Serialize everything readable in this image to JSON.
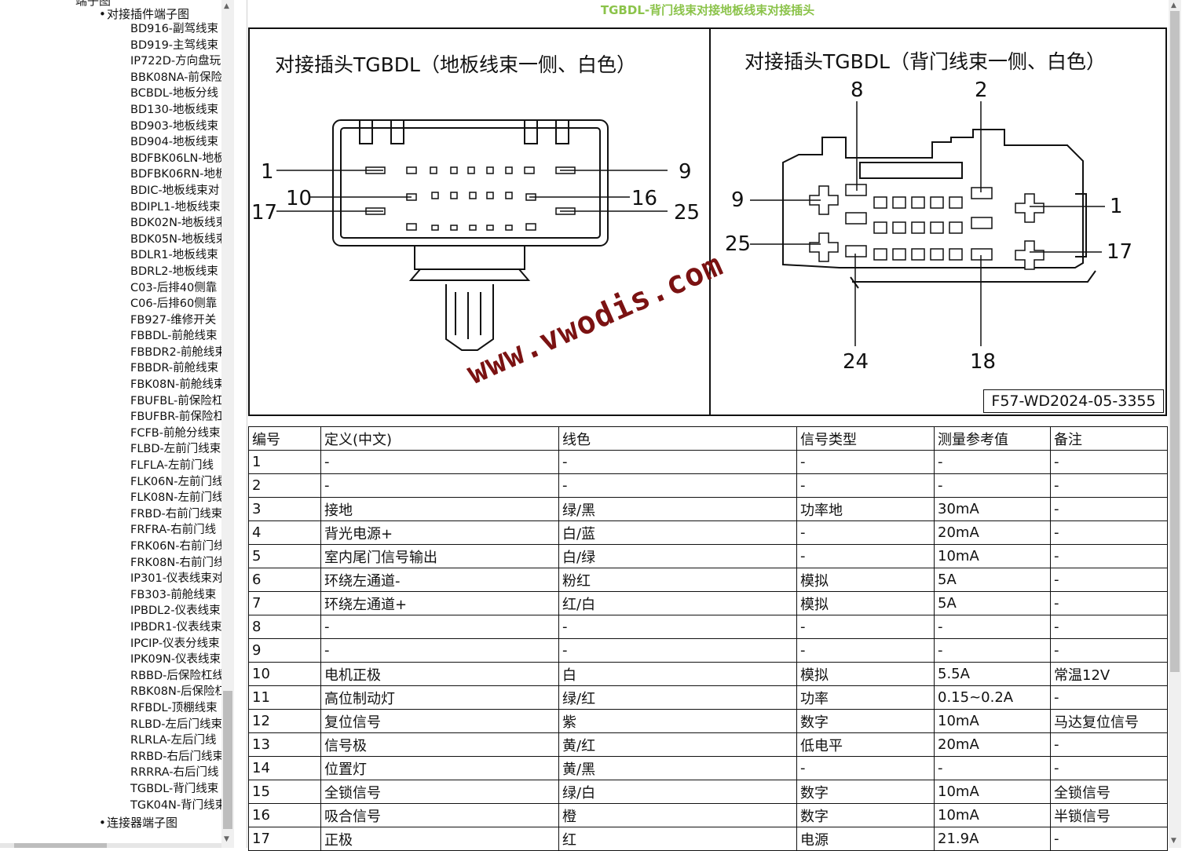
{
  "sidebar": {
    "cut_top": "端子图",
    "section_connector_pins": "对接插件端子图",
    "section_connector_terminals": "连接器端子图",
    "bullet": "•",
    "items": [
      "BD916-副驾线束",
      "BD919-主驾线束",
      "IP722D-方向盘玩",
      "BBK08NA-前保险",
      "BCBDL-地板分线",
      "BD130-地板线束",
      "BD903-地板线束",
      "BD904-地板线束",
      "BDFBK06LN-地板",
      "BDFBK06RN-地板",
      "BDIC-地板线束对",
      "BDIPL1-地板线束",
      "BDK02N-地板线束",
      "BDK05N-地板线束",
      "BDLR1-地板线束",
      "BDRL2-地板线束",
      "C03-后排40侧靠",
      "C06-后排60侧靠",
      "FB927-维修开关",
      "FBBDL-前舱线束",
      "FBBDR2-前舱线束",
      "FBBDR-前舱线束",
      "FBK08N-前舱线束",
      "FBUFBL-前保险杠",
      "FBUFBR-前保险杠",
      "FCFB-前舱分线束",
      "FLBD-左前门线束",
      "FLFLA-左前门线",
      "FLK06N-左前门线",
      "FLK08N-左前门线",
      "FRBD-右前门线束",
      "FRFRA-右前门线",
      "FRK06N-右前门线",
      "FRK08N-右前门线",
      "IP301-仪表线束对",
      "FB303-前舱线束",
      "IPBDL2-仪表线束",
      "IPBDR1-仪表线束",
      "IPCIP-仪表分线束",
      "IPK09N-仪表线束",
      "RBBD-后保险杠线",
      "RBK08N-后保险杠",
      "RFBDL-顶棚线束",
      "RLBD-左后门线束",
      "RLRLA-左后门线",
      "RRBD-右后门线束",
      "RRRRA-右后门线",
      "TGBDL-背门线束",
      "TGK04N-背门线束"
    ]
  },
  "main": {
    "doc_title": "TGBDL-背门线束对接地板线束对接插头",
    "figure": {
      "left_title": "对接插头TGBDL（地板线束一侧、白色）",
      "right_title": "对接插头TGBDL（背门线束一侧、白色）",
      "code": "F57-WD2024-05-3355",
      "watermark": "www.vwodis.com",
      "left_pins": {
        "p1": "1",
        "p9": "9",
        "p10": "10",
        "p16": "16",
        "p17": "17",
        "p25": "25"
      },
      "right_pins": {
        "p8": "8",
        "p2": "2",
        "p9": "9",
        "p1": "1",
        "p25": "25",
        "p17": "17",
        "p24": "24",
        "p18": "18"
      }
    },
    "table": {
      "headers": [
        "编号",
        "定义(中文)",
        "线色",
        "信号类型",
        "测量参考值",
        "备注"
      ],
      "rows": [
        [
          "1",
          "-",
          "-",
          "-",
          "-",
          "-"
        ],
        [
          "2",
          "-",
          "-",
          "-",
          "-",
          "-"
        ],
        [
          "3",
          "接地",
          "绿/黑",
          "功率地",
          "30mA",
          "-"
        ],
        [
          "4",
          "背光电源+",
          "白/蓝",
          "-",
          "20mA",
          "-"
        ],
        [
          "5",
          "室内尾门信号输出",
          "白/绿",
          "-",
          "10mA",
          "-"
        ],
        [
          "6",
          "环绕左通道-",
          "粉红",
          "模拟",
          "5A",
          "-"
        ],
        [
          "7",
          "环绕左通道+",
          "红/白",
          "模拟",
          "5A",
          "-"
        ],
        [
          "8",
          "-",
          "-",
          "-",
          "-",
          "-"
        ],
        [
          "9",
          "-",
          "-",
          "-",
          "-",
          "-"
        ],
        [
          "10",
          "电机正极",
          "白",
          "模拟",
          "5.5A",
          "常温12V"
        ],
        [
          "11",
          "高位制动灯",
          "绿/红",
          "功率",
          "0.15~0.2A",
          "-"
        ],
        [
          "12",
          "复位信号",
          "紫",
          "数字",
          "10mA",
          "马达复位信号"
        ],
        [
          "13",
          "信号极",
          "黄/红",
          "低电平",
          "20mA",
          "-"
        ],
        [
          "14",
          "位置灯",
          "黄/黑",
          "-",
          "-",
          "-"
        ],
        [
          "15",
          "全锁信号",
          "绿/白",
          "数字",
          "10mA",
          "全锁信号"
        ],
        [
          "16",
          "吸合信号",
          "橙",
          "数字",
          "10mA",
          "半锁信号"
        ],
        [
          "17",
          "正极",
          "红",
          "电源",
          "21.9A",
          "-"
        ]
      ]
    }
  },
  "icons": {
    "scroll_up": "arrow-up-icon",
    "scroll_down": "arrow-down-icon",
    "bullet": "bullet-icon"
  }
}
